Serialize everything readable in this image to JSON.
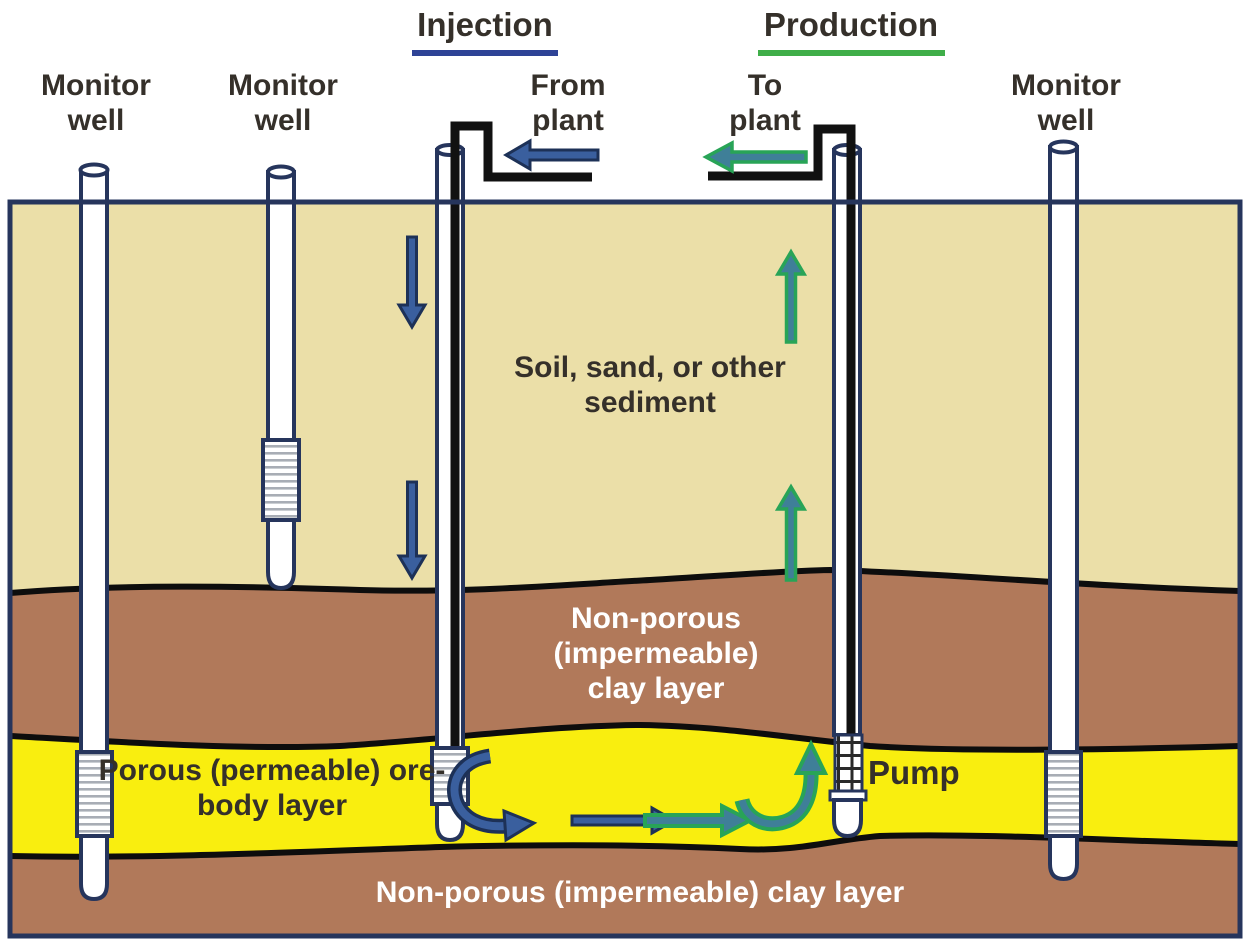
{
  "header": {
    "injection_title": "Injection",
    "production_title": "Production"
  },
  "labels": {
    "monitor_well_left": "Monitor well",
    "monitor_well_mid": "Monitor well",
    "monitor_well_right": "Monitor well",
    "from_plant": "From plant",
    "to_plant": "To plant",
    "pump": "Pump"
  },
  "layers": {
    "soil": "Soil, sand, or other sediment",
    "upper_clay": "Non-porous (impermeable) clay layer",
    "ore_body": "Porous (permeable) ore-body layer",
    "lower_clay": "Non-porous (impermeable) clay layer"
  },
  "colors": {
    "soil": "#ebdfa8",
    "clay": "#b1795a",
    "ore_body": "#f9ee0f",
    "injection_accent": "#2e4396",
    "production_accent": "#3fae49",
    "arrow_blue_fill": "#3a5f9e",
    "arrow_blue_outline": "#1d3157",
    "arrow_teal_fill": "#3f7f98",
    "arrow_green_outline": "#28a457",
    "well_outline": "#26355c",
    "boundary_black": "#0d0d0d"
  }
}
